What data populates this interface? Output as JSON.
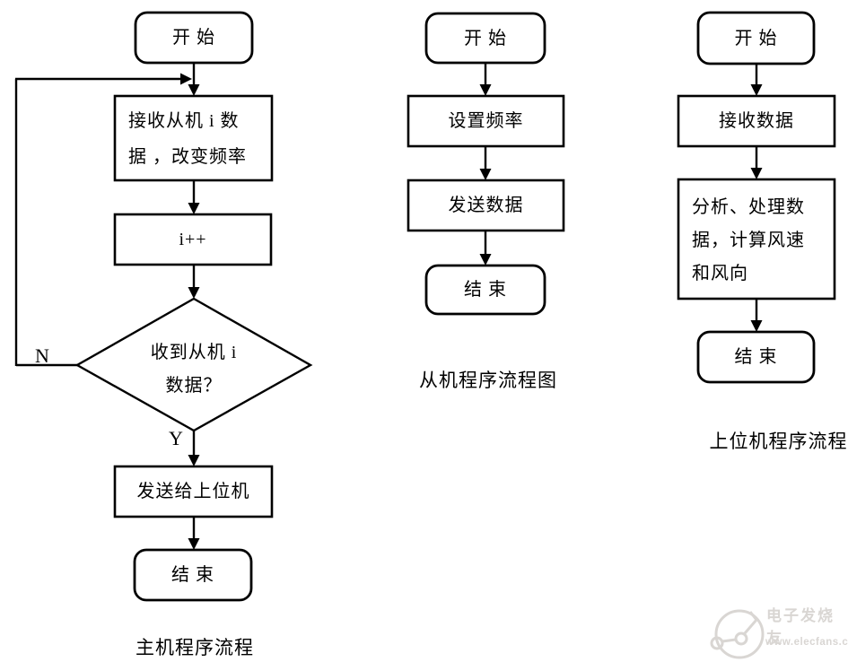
{
  "page": {
    "background": "#ffffff",
    "line_color": "#000000"
  },
  "flowcharts": {
    "master": {
      "caption": "主机程序流程",
      "start": "开 始",
      "receive_line1": "接收从机 i 数",
      "receive_line2": "据 ，改变频率",
      "increment": "i++",
      "decision_line1": "收到从机 i",
      "decision_line2": "数据？",
      "branch_no": "N",
      "branch_yes": "Y",
      "send": "发送给上位机",
      "end": "结 束"
    },
    "slave": {
      "caption": "从机程序流程图",
      "start": "开 始",
      "set_frequency": "设置频率",
      "send_data": "发送数据",
      "end": "结 束"
    },
    "host": {
      "caption": "上位机程序流程",
      "start": "开 始",
      "receive": "接收数据",
      "process_line1": "分析、处理数",
      "process_line2": "据，计算风速",
      "process_line3": "和风向",
      "end": "结 束"
    }
  },
  "watermark": {
    "brand": "电子发烧友",
    "url": "www.elecfans.com",
    "color": "#d9d6d3"
  }
}
